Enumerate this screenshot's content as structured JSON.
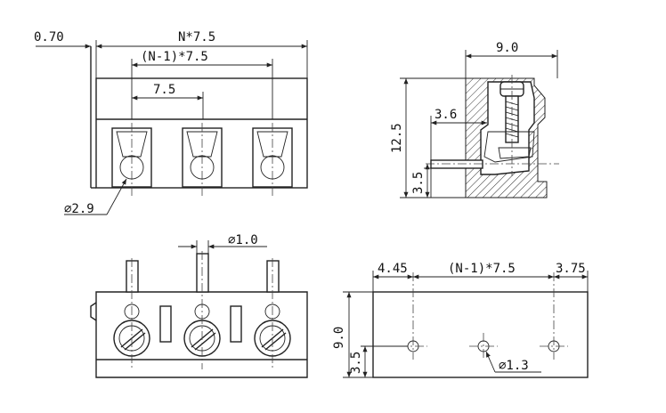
{
  "dims": {
    "offset_070": "0.70",
    "n_pitch": "N*7.5",
    "n_minus_1_pitch_top": "(N-1)*7.5",
    "pitch": "7.5",
    "hole_dia_29": "∅2.9",
    "width_90": "9.0",
    "height_125": "12.5",
    "depth_36": "3.6",
    "pin_height_35_side": "3.5",
    "pin_dia_10": "∅1.0",
    "edge_445": "4.45",
    "n_minus_1_pitch_bottom": "(N-1)*7.5",
    "edge_375": "3.75",
    "height_90_footprint": "9.0",
    "pin_height_35_footprint": "3.5",
    "hole_dia_13": "∅1.3"
  },
  "views": {
    "front": {
      "poles": 3
    },
    "bottom": {
      "pins": 3
    },
    "footprint": {
      "holes": 3
    }
  }
}
